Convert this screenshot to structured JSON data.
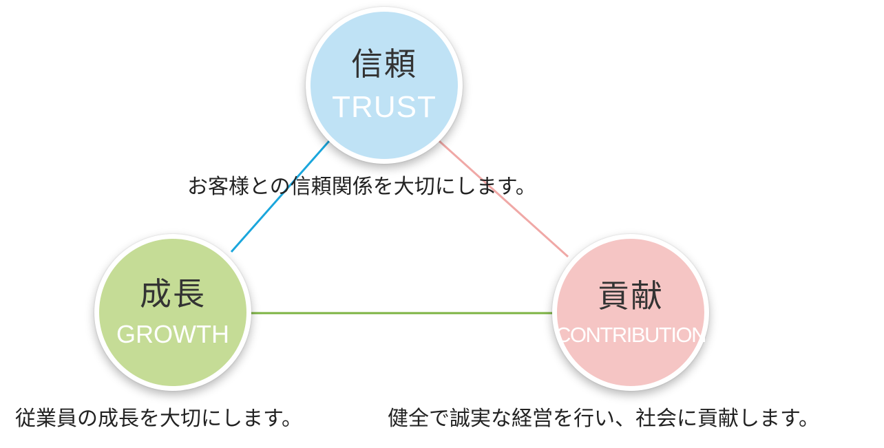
{
  "colors": {
    "trust_fill": "#bfe2f5",
    "growth_fill": "#c5dc96",
    "contribution_fill": "#f5c5c4",
    "trust_growth_line": "#1aa6dc",
    "trust_contribution_line": "#f0a8a6",
    "growth_contribution_line": "#7cb342"
  },
  "nodes": {
    "trust": {
      "jp": "信頼",
      "en": "TRUST"
    },
    "growth": {
      "jp": "成長",
      "en": "GROWTH"
    },
    "contribution": {
      "jp": "貢献",
      "en": "CONTRIBUTION"
    }
  },
  "captions": {
    "trust": "お客様との信頼関係を大切にします。",
    "growth": "従業員の成長を大切にします。",
    "contribution": "健全で誠実な経営を行い、社会に貢献します。"
  }
}
